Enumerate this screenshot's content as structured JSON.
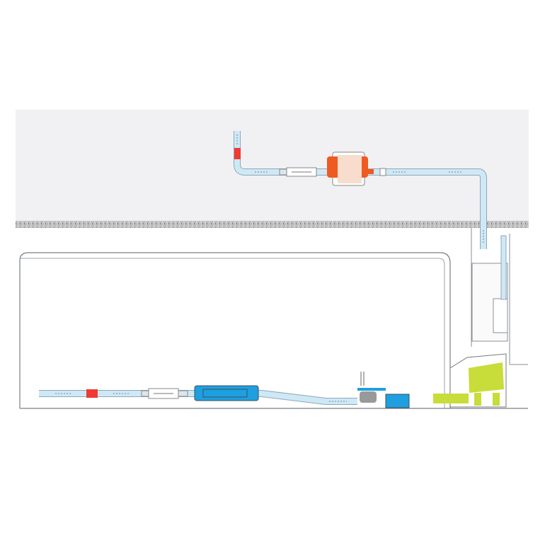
{
  "diagram": {
    "colors": {
      "ceiling": "#f1f1f3",
      "pipe_fill": "#cfe8f5",
      "pipe_stroke": "#8fa8b8",
      "valve": "#ee3a33",
      "pump_top": "#ee5a22",
      "pump_cover": "#f8dccd",
      "filter": "#1e9fe0",
      "condensate_pump": "#c8dc3a",
      "outline": "#7a7f86"
    },
    "icons": [
      "flow-arrow",
      "valve",
      "flow-meter",
      "pump",
      "filter",
      "condensate-pump"
    ]
  }
}
